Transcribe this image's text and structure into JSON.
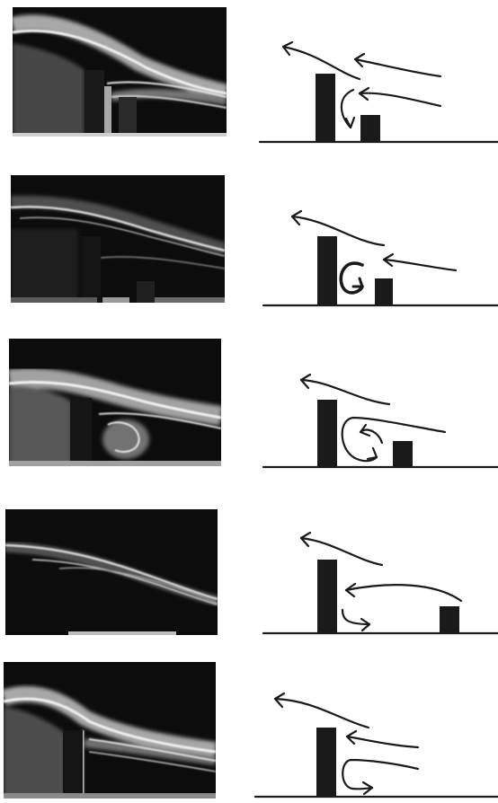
{
  "figure": {
    "panel_count": 5,
    "panels": [
      {
        "id": "p1",
        "flow": "recirculation-over-gap"
      },
      {
        "id": "p2",
        "flow": "clockwise-vortex-in-gap"
      },
      {
        "id": "p3",
        "flow": "large-vortex-in-gap"
      },
      {
        "id": "p4",
        "flow": "reattachment-before-low-block"
      },
      {
        "id": "p5",
        "flow": "single-block-wake"
      }
    ],
    "colors": {
      "ink": "#1a1a1a",
      "smoke": "#e8e8e8",
      "photo_bg": "#0c0c0c",
      "paper": "#ffffff"
    }
  }
}
